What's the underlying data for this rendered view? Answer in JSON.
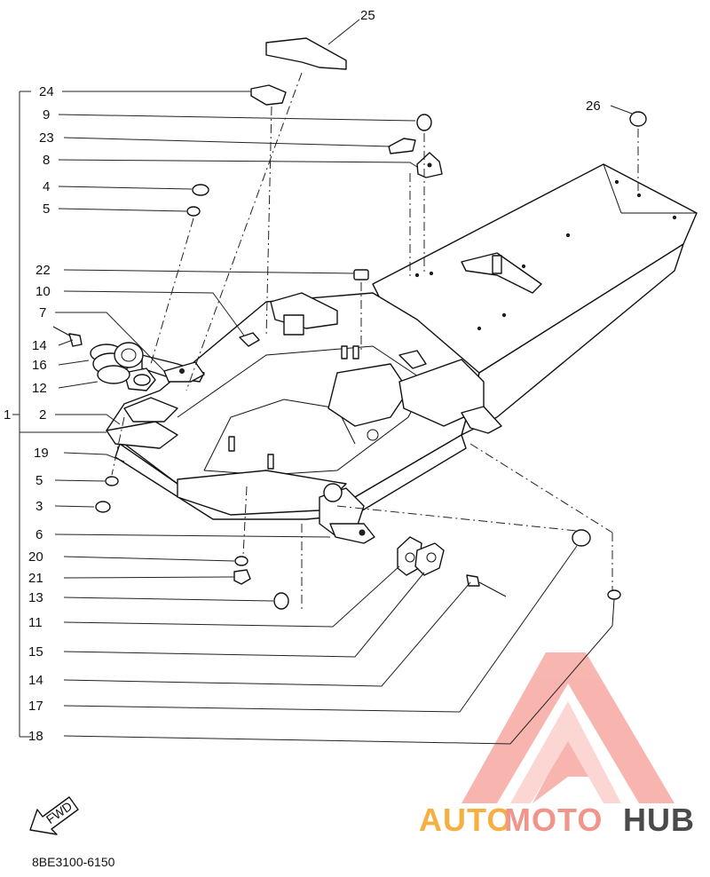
{
  "callouts": {
    "group": "1",
    "n24": "24",
    "n9": "9",
    "n23": "23",
    "n8": "8",
    "n4": "4",
    "n5a": "5",
    "n22": "22",
    "n10": "10",
    "n7": "7",
    "n14a": "14",
    "n16": "16",
    "n12": "12",
    "n2": "2",
    "n19": "19",
    "n5b": "5",
    "n3": "3",
    "n6": "6",
    "n20": "20",
    "n21": "21",
    "n13": "13",
    "n11": "11",
    "n15": "15",
    "n14b": "14",
    "n17": "17",
    "n18": "18",
    "n25": "25",
    "n26": "26"
  },
  "fwd_label": "FWD",
  "diagram_code": "8BE3100-6150",
  "watermark": {
    "part1": "AUTO",
    "part2": "MOTO",
    "part3": "HUB",
    "color_orange": "#f5a623",
    "color_pink": "#f28b82",
    "color_dark": "#4a4a4a"
  }
}
